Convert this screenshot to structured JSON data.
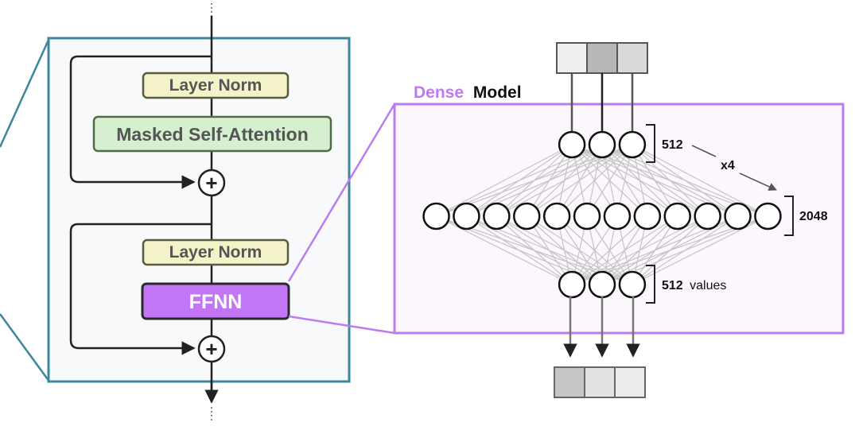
{
  "block": {
    "layer_norm_top": "Layer Norm",
    "attention": "Masked Self-Attention",
    "layer_norm_bottom": "Layer Norm",
    "ffnn": "FFNN",
    "plus_symbol": "+"
  },
  "dense_model": {
    "title_accent": "Dense",
    "title_rest": "Model",
    "input_label": "512",
    "hidden_label": "2048",
    "output_label_number": "512",
    "output_label_unit": "values",
    "expansion_label": "x4"
  },
  "layers": {
    "input_neurons": 3,
    "hidden_neurons": 12,
    "output_neurons": 3
  },
  "colors": {
    "teal_frame": "#3b879c",
    "purple": "#bc7cf0",
    "purple_bg": "#fcf6fd",
    "layer_norm_fill": "#f3f2c8",
    "attention_fill": "#d6f0cf",
    "ffnn_fill": "#c275f5",
    "panel_bg": "#f7f9fb",
    "vector_cells_in": [
      "#eeeeee",
      "#b7b7b7",
      "#d9d9d9"
    ],
    "vector_cells_out": [
      "#c6c6c6",
      "#e2e2e2",
      "#ececec"
    ]
  }
}
